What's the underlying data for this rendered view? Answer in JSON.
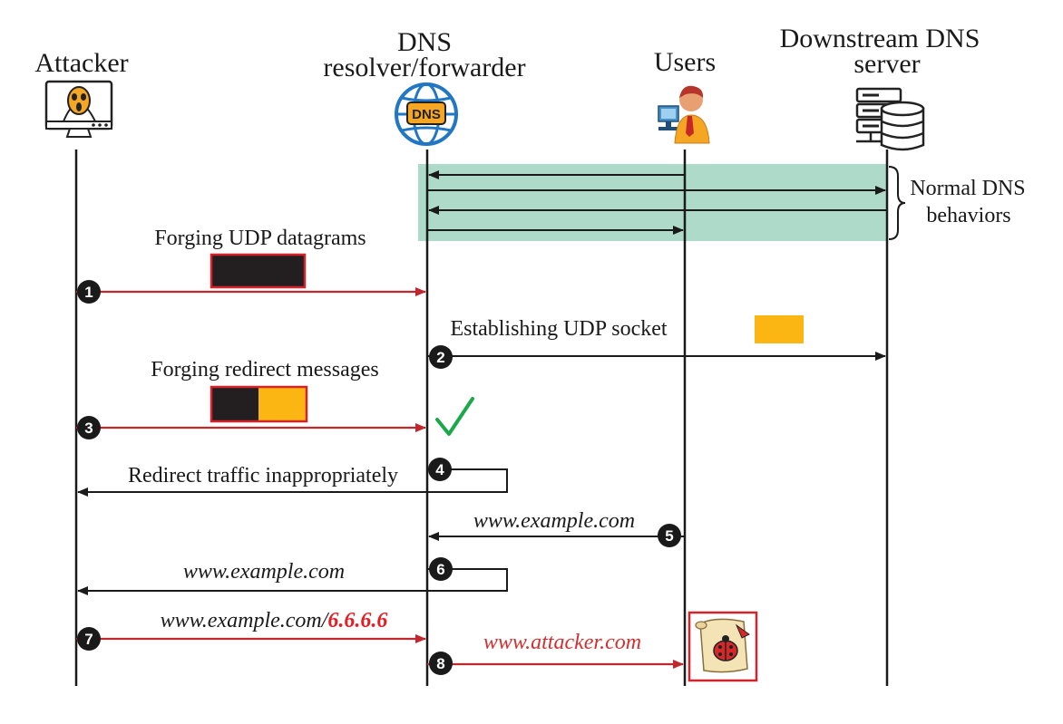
{
  "participants": {
    "attacker": "Attacker",
    "resolver_line1": "DNS",
    "resolver_line2": "resolver/forwarder",
    "users": "Users",
    "downstream_line1": "Downstream DNS",
    "downstream_line2": "server"
  },
  "icons": {
    "attacker": "hacker-computer-icon",
    "resolver": "dns-globe-icon",
    "resolver_badge": "DNS",
    "users": "user-at-computer-icon",
    "downstream": "server-database-icon",
    "ladybug": "ladybug-scroll-icon",
    "check": "check-icon"
  },
  "normal_region": {
    "label_line1": "Normal DNS",
    "label_line2": "behaviors",
    "color": "#9fd3bf"
  },
  "steps": [
    {
      "n": "1",
      "label": ""
    },
    {
      "n": "2",
      "label": "Establishing UDP socket"
    },
    {
      "n": "3",
      "label": ""
    },
    {
      "n": "4",
      "label": "Redirect traffic inappropriately"
    },
    {
      "n": "5",
      "label": "www.example.com"
    },
    {
      "n": "6",
      "label": "www.example.com"
    },
    {
      "n": "7",
      "label_prefix": "www.example.com/",
      "label_highlight": "6.6.6.6"
    },
    {
      "n": "8",
      "label": "www.attacker.com"
    }
  ],
  "captions": {
    "forging_udp": "Forging UDP datagrams",
    "forging_redirect": "Forging redirect messages"
  },
  "colors": {
    "attack_arrow": "#c0282d",
    "normal_arrow": "#1a1a1a",
    "packet_black": "#231f20",
    "packet_orange": "#fbb614",
    "packet_border": "#d3232b",
    "check_green": "#1aa84a"
  }
}
